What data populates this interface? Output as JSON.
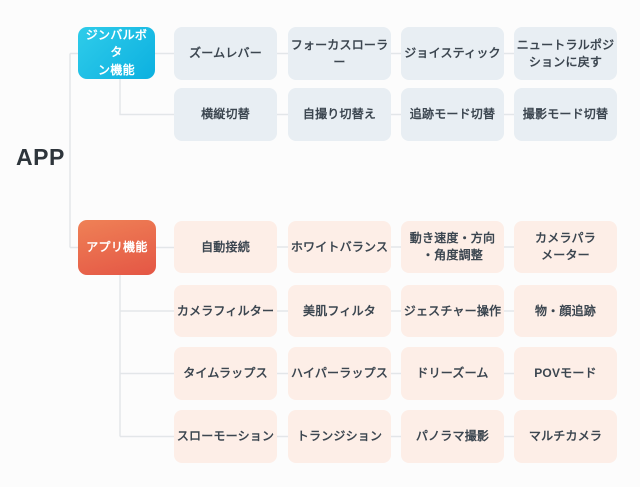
{
  "root": {
    "label": "APP"
  },
  "branches": [
    {
      "label": "ジンバルボタ\nン機能",
      "rows": [
        {
          "items": [
            "ズームレバー",
            "フォーカスローラー",
            "ジョイスティック",
            "ニュートラルポジ\nションに戻す"
          ]
        },
        {
          "items": [
            "横縦切替",
            "自撮り切替え",
            "追跡モード切替",
            "撮影モード切替"
          ]
        }
      ]
    },
    {
      "label": "アプリ機能",
      "rows": [
        {
          "items": [
            "自動接続",
            "ホワイトバランス",
            "動き速度・方向\n・角度調整",
            "カメラパラ\nメーター"
          ]
        },
        {
          "items": [
            "カメラフィルター",
            "美肌フィルタ",
            "ジェスチャー操作",
            "物・顔追跡"
          ]
        },
        {
          "items": [
            "タイムラップス",
            "ハイパーラップス",
            "ドリーズーム",
            "POVモード"
          ]
        },
        {
          "items": [
            "スローモーション",
            "トランジション",
            "パノラマ撮影",
            "マルチカメラ"
          ]
        }
      ]
    }
  ],
  "colors": {
    "gimbal_gradient_start": "#2fccea",
    "gimbal_gradient_end": "#0cb0e0",
    "app_gradient_start": "#ef8156",
    "app_gradient_end": "#e45645",
    "gimbal_leaf_bg": "#e8eef3",
    "app_leaf_bg": "#fdeee7",
    "leaf_text": "#3c4650",
    "root_text": "#2e353b",
    "connector": "#e3e6e9",
    "background": "#fcfcfc"
  }
}
